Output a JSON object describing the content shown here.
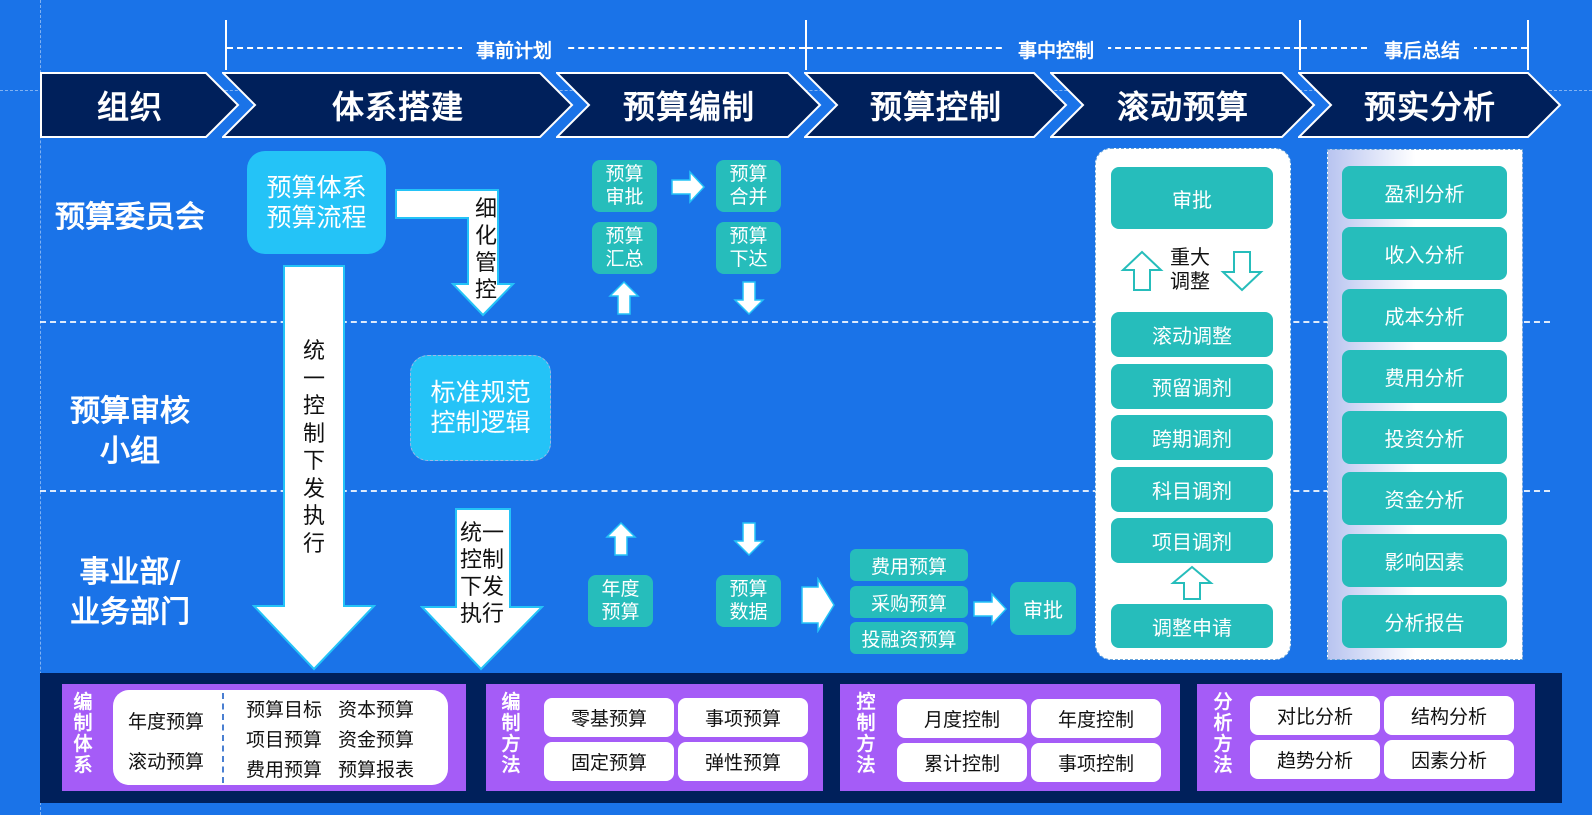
{
  "phases": [
    {
      "label": "事前计划"
    },
    {
      "label": "事中控制"
    },
    {
      "label": "事后总结"
    }
  ],
  "stages": [
    {
      "label": "组织"
    },
    {
      "label": "体系搭建"
    },
    {
      "label": "预算编制"
    },
    {
      "label": "预算控制"
    },
    {
      "label": "滚动预算"
    },
    {
      "label": "预实分析"
    }
  ],
  "lanes": [
    {
      "label_lines": [
        "预算委员会"
      ]
    },
    {
      "label_lines": [
        "预算审核",
        "小组"
      ]
    },
    {
      "label_lines": [
        "事业部/",
        "业务部门"
      ]
    }
  ],
  "system_setup": {
    "box1": [
      "预算体系",
      "预算流程"
    ],
    "arrow_refine": [
      "细",
      "化",
      "管",
      "控"
    ],
    "box2": [
      "标准规范",
      "控制逻辑"
    ],
    "arrow_long": [
      "统",
      "一",
      "控",
      "制",
      "下",
      "发",
      "执",
      "行"
    ],
    "arrow_short": [
      "统一",
      "控制",
      "下发",
      "执行"
    ]
  },
  "compilation": {
    "approve": [
      "预算",
      "审批"
    ],
    "merge": [
      "预算",
      "合并"
    ],
    "summary": [
      "预算",
      "汇总"
    ],
    "issue": [
      "预算",
      "下达"
    ],
    "annual": [
      "年度",
      "预算"
    ],
    "data": [
      "预算",
      "数据"
    ]
  },
  "control": {
    "items": [
      "费用预算",
      "采购预算",
      "投融资预算"
    ],
    "approve": "审批"
  },
  "rolling": {
    "approve": "审批",
    "major_adjust": [
      "重大",
      "调整"
    ],
    "items": [
      "滚动调整",
      "预留调剂",
      "跨期调剂",
      "科目调剂",
      "项目调剂"
    ],
    "apply": "调整申请"
  },
  "analysis": {
    "items": [
      "盈利分析",
      "收入分析",
      "成本分析",
      "费用分析",
      "投资分析",
      "资金分析",
      "影响因素",
      "分析报告"
    ]
  },
  "bottom": {
    "system": {
      "title": [
        "编",
        "制",
        "体",
        "系"
      ],
      "left": [
        "年度预算",
        "滚动预算"
      ],
      "grid": [
        "预算目标",
        "资本预算",
        "项目预算",
        "资金预算",
        "费用预算",
        "预算报表"
      ]
    },
    "compile_methods": {
      "title": [
        "编",
        "制",
        "方",
        "法"
      ],
      "items": [
        "零基预算",
        "事项预算",
        "固定预算",
        "弹性预算"
      ]
    },
    "control_methods": {
      "title": [
        "控",
        "制",
        "方",
        "法"
      ],
      "items": [
        "月度控制",
        "年度控制",
        "累计控制",
        "事项控制"
      ]
    },
    "analysis_methods": {
      "title": [
        "分",
        "析",
        "方",
        "法"
      ],
      "items": [
        "对比分析",
        "结构分析",
        "趋势分析",
        "因素分析"
      ]
    }
  },
  "colors": {
    "background": "#1a73e8",
    "stage_fill": "#00205b",
    "teal": "#26bdbb",
    "cyan": "#24c3f7",
    "purple": "#a55cf7"
  }
}
